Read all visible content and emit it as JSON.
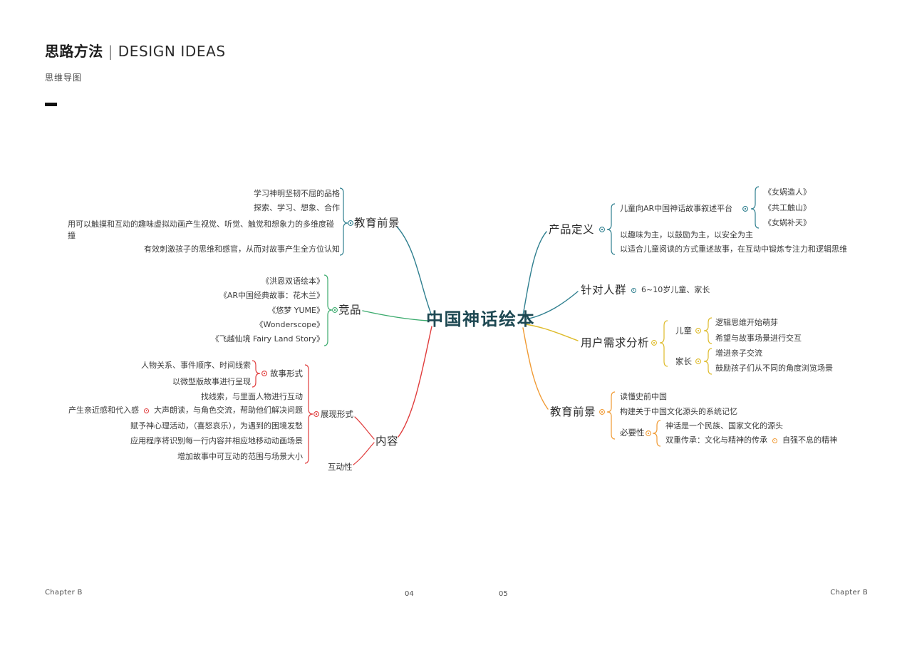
{
  "page": {
    "header": {
      "title_zh": "思路方法",
      "title_sep": "|",
      "title_en": "DESIGN IDEAS",
      "subtitle": "思维导图"
    },
    "footer": {
      "chapter_left": "Chapter B",
      "page_num_left": "04",
      "page_num_right": "05",
      "chapter_right": "Chapter B"
    }
  },
  "colors": {
    "teal": "#2f7f8f",
    "green": "#3cab6e",
    "red": "#e03c3c",
    "yellow": "#debb2b",
    "orange": "#f09a33",
    "root_text": "#1d4852",
    "node_text": "#3c3c3c"
  },
  "mindmap": {
    "root": "中国神话绘本",
    "left": {
      "education": {
        "label": "教育前景",
        "items": [
          "学习神明坚韧不屈的品格",
          "探索、学习、想象、合作",
          "用可以触摸和互动的趣味虚拟动画产生视觉、听觉、触觉和想象力的多维度碰撞",
          "有效刺激孩子的思维和感官，从而对故事产生全方位认知"
        ]
      },
      "competitors": {
        "label": "竞品",
        "items": [
          "《洪恩双语绘本》",
          "《AR中国经典故事：花木兰》",
          "《悠梦 YUME》",
          "《Wonderscope》",
          "《飞越仙境 Fairy Land Story》"
        ]
      },
      "content": {
        "label": "内容",
        "display_form": {
          "label": "展现形式",
          "story_form": {
            "label": "故事形式",
            "items": [
              "人物关系、事件顺序、时间线索",
              "以微型版故事进行呈现"
            ]
          },
          "items": [
            "找线索，与里面人物进行互动",
            "大声朗读，与角色交流，帮助他们解决问题",
            "赋予神心理活动，（喜怒哀乐），为遇到的困境发愁",
            "应用程序将识别每一行内容并相应地移动动画场景",
            "增加故事中可互动的范围与场景大小"
          ],
          "read_aloud_child": "产生亲近感和代入感"
        },
        "interactivity": {
          "label": "互动性"
        }
      }
    },
    "right": {
      "product_definition": {
        "label": "产品定义",
        "items": [
          "儿童向AR中国神话故事叙述平台",
          "以趣味为主，以鼓励为主，以安全为主",
          "以适合儿童阅读的方式重述故事，在互动中锻炼专注力和逻辑思维"
        ],
        "platform_books": [
          "《女娲造人》",
          "《共工触山》",
          "《女娲补天》"
        ]
      },
      "target_audience": {
        "label": "针对人群",
        "item": "6~10岁儿童、家长"
      },
      "user_needs": {
        "label": "用户需求分析",
        "children_group": {
          "label": "儿童",
          "items": [
            "逻辑思维开始萌芽",
            "希望与故事场景进行交互"
          ]
        },
        "parents_group": {
          "label": "家长",
          "items": [
            "增进亲子交流",
            "鼓励孩子们从不同的角度浏览场景"
          ]
        }
      },
      "education": {
        "label": "教育前景",
        "items": [
          "读懂史前中国",
          "构建关于中国文化源头的系统记忆"
        ],
        "necessity": {
          "label": "必要性",
          "items": [
            "神话是一个民族、国家文化的源头",
            "双重传承：文化与精神的传承"
          ],
          "inheritance_child": "自强不息的精神"
        }
      }
    }
  }
}
